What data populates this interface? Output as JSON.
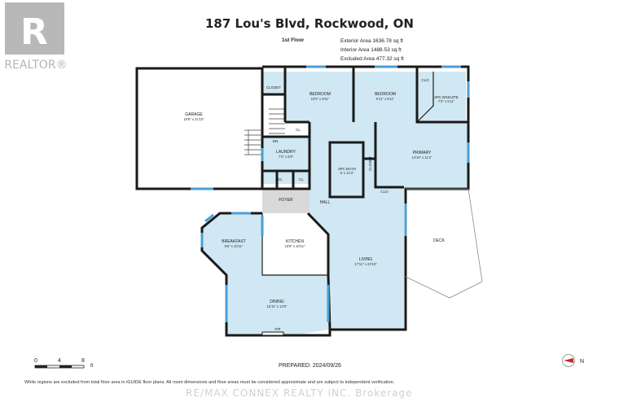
{
  "header": {
    "address": "187 Lou's Blvd, Rockwood, ON",
    "floor": "1st Floor",
    "exterior_area": "Exterior Area 1636.78 sq ft",
    "interior_area": "Interior Area 1488.53 sq ft",
    "excluded_area": "Excluded Area 477.32 sq ft"
  },
  "logo": {
    "text": "REALTOR®",
    "color": "#b5b5b5"
  },
  "rooms": {
    "garage": {
      "name": "GARAGE",
      "dims": "19'8\" x 21'10\""
    },
    "closet": {
      "name": "CLOSET"
    },
    "bedroom1": {
      "name": "BEDROOM",
      "dims": "10'0\" x 9'11\""
    },
    "bedroom2": {
      "name": "BEDROOM",
      "dims": "9'11\" x 9'11\""
    },
    "clo_top": {
      "name": "CLO"
    },
    "ensuite": {
      "name": "3PC ENSUITE",
      "dims": "7'3\" x 5'11\""
    },
    "primary": {
      "name": "PRIMARY",
      "dims": "13'10\" x 11'2\""
    },
    "cl_1": {
      "name": "CL"
    },
    "dn": {
      "name": "DN"
    },
    "laundry": {
      "name": "LAUNDRY",
      "dims": "7'3\" x 6'8\""
    },
    "cl_2": {
      "name": "CL"
    },
    "cl_3": {
      "name": "CL"
    },
    "bath": {
      "name": "4PC BATH",
      "dims": "5' x 10'3\""
    },
    "closet_v": {
      "name": "CLOSET"
    },
    "clo_low": {
      "name": "CLO"
    },
    "foyer": {
      "name": "FOYER"
    },
    "hall": {
      "name": "HALL"
    },
    "breakfast": {
      "name": "BREAKFAST",
      "dims": "9'6\" x 10'11\""
    },
    "kitchen": {
      "name": "KITCHEN",
      "dims": "10'8\" x 10'11\""
    },
    "living": {
      "name": "LIVING",
      "dims": "17'11\" x 23'10\""
    },
    "deck": {
      "name": "DECK"
    },
    "dining": {
      "name": "DINING",
      "dims": "15'11\" x 12'9\""
    },
    "fp": {
      "name": "F/P"
    }
  },
  "scale": {
    "t0": "0",
    "t4": "4",
    "t8": "8",
    "unit": "ft"
  },
  "footer": {
    "prepared": "PREPARED: 2024/09/26",
    "disclaimer": "While regions are excluded from total floor area in iGUIDE floor plans. All room dimensions and floor areas must be considered approximate and are subject to independent verification.",
    "watermark": "RE/MAX CONNEX REALTY INC. Brokerage"
  },
  "compass": {
    "label": "N"
  },
  "colors": {
    "wall": "#1a1a1a",
    "room_fill": "#cfe8f3",
    "window": "#4a9fd4",
    "foyer_fill": "#d9d9d9",
    "kitchen_fill": "#ffffff"
  }
}
